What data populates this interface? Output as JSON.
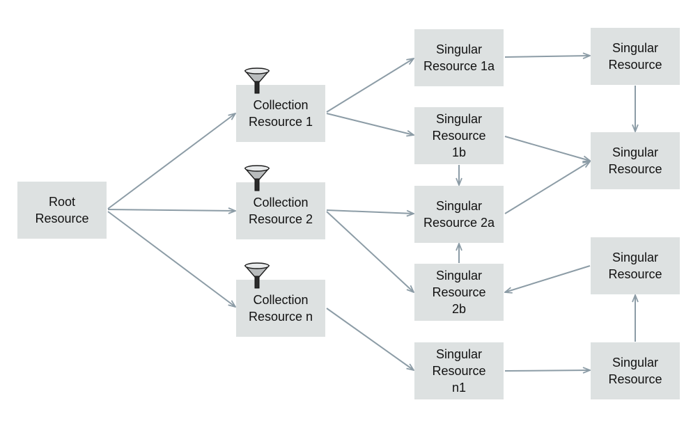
{
  "diagram": {
    "nodes": [
      {
        "id": "root",
        "lines": [
          "Root",
          "Resource"
        ],
        "filter_icon": false
      },
      {
        "id": "col1",
        "lines": [
          "Collection",
          "Resource 1"
        ],
        "filter_icon": true,
        "icon": "funnel-icon"
      },
      {
        "id": "col2",
        "lines": [
          "Collection",
          "Resource 2"
        ],
        "filter_icon": true,
        "icon": "funnel-icon"
      },
      {
        "id": "coln",
        "lines": [
          "Collection",
          "Resource n"
        ],
        "filter_icon": true,
        "icon": "funnel-icon"
      },
      {
        "id": "s1a",
        "lines": [
          "Singular",
          "Resource 1a"
        ],
        "filter_icon": false
      },
      {
        "id": "s1b",
        "lines": [
          "Singular",
          "Resource",
          "1b"
        ],
        "filter_icon": false
      },
      {
        "id": "s2a",
        "lines": [
          "Singular",
          "Resource 2a"
        ],
        "filter_icon": false
      },
      {
        "id": "s2b",
        "lines": [
          "Singular",
          "Resource",
          "2b"
        ],
        "filter_icon": false
      },
      {
        "id": "sn1",
        "lines": [
          "Singular",
          "Resource",
          "n1"
        ],
        "filter_icon": false
      },
      {
        "id": "r1",
        "lines": [
          "Singular",
          "Resource"
        ],
        "filter_icon": false
      },
      {
        "id": "r2",
        "lines": [
          "Singular",
          "Resource"
        ],
        "filter_icon": false
      },
      {
        "id": "r3",
        "lines": [
          "Singular",
          "Resource"
        ],
        "filter_icon": false
      },
      {
        "id": "r4",
        "lines": [
          "Singular",
          "Resource"
        ],
        "filter_icon": false
      }
    ],
    "edges": [
      {
        "from": "root",
        "to": "col1"
      },
      {
        "from": "root",
        "to": "col2"
      },
      {
        "from": "root",
        "to": "coln"
      },
      {
        "from": "col1",
        "to": "s1a"
      },
      {
        "from": "col1",
        "to": "s1b"
      },
      {
        "from": "col2",
        "to": "s2a"
      },
      {
        "from": "col2",
        "to": "s2b"
      },
      {
        "from": "coln",
        "to": "sn1"
      },
      {
        "from": "s1a",
        "to": "r1"
      },
      {
        "from": "r1",
        "to": "r2"
      },
      {
        "from": "s1b",
        "to": "r2"
      },
      {
        "from": "s2a",
        "to": "r2"
      },
      {
        "from": "s1b",
        "to": "s2a"
      },
      {
        "from": "s2b",
        "to": "s2a"
      },
      {
        "from": "r3",
        "to": "s2b"
      },
      {
        "from": "sn1",
        "to": "r4"
      },
      {
        "from": "r4",
        "to": "r3"
      }
    ],
    "colors": {
      "node_fill": "#dde1e1",
      "edge": "#8c9ca6",
      "text": "#111111"
    }
  }
}
